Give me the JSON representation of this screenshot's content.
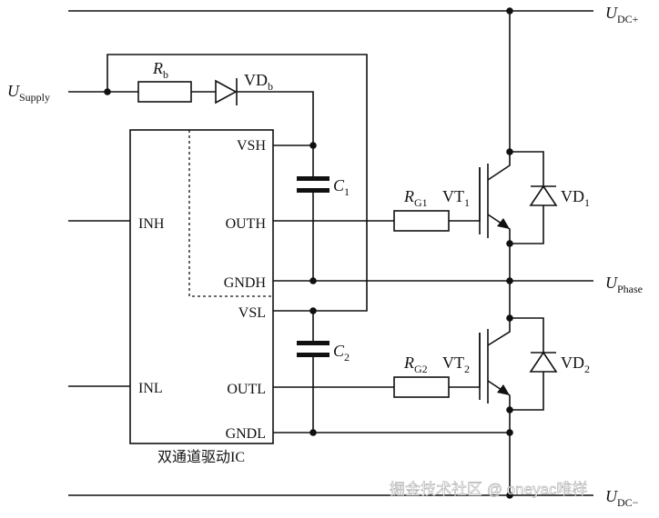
{
  "labels": {
    "udc_plus": {
      "main": "U",
      "sub": "DC+"
    },
    "udc_minus": {
      "main": "U",
      "sub": "DC−"
    },
    "usupply": {
      "main": "U",
      "sub": "Supply"
    },
    "uphase": {
      "main": "U",
      "sub": "Phase"
    },
    "rb": {
      "main": "R",
      "sub": "b"
    },
    "vdb": {
      "main": "VD",
      "sub": "b"
    },
    "c1": {
      "main": "C",
      "sub": "1"
    },
    "c2": {
      "main": "C",
      "sub": "2"
    },
    "rg1": {
      "main": "R",
      "sub": "G1"
    },
    "rg2": {
      "main": "R",
      "sub": "G2"
    },
    "vt1": {
      "main": "VT",
      "sub": "1"
    },
    "vt2": {
      "main": "VT",
      "sub": "2"
    },
    "vd1": {
      "main": "VD",
      "sub": "1"
    },
    "vd2": {
      "main": "VD",
      "sub": "2"
    }
  },
  "ic": {
    "caption": "双通道驱动IC",
    "pins": {
      "inh": "INH",
      "inl": "INL",
      "vsh": "VSH",
      "outh": "OUTH",
      "gndh": "GNDH",
      "vsl": "VSL",
      "outl": "OUTL",
      "gndl": "GNDL"
    }
  },
  "watermark": "掘金技术社区 @ oneyac唯样"
}
